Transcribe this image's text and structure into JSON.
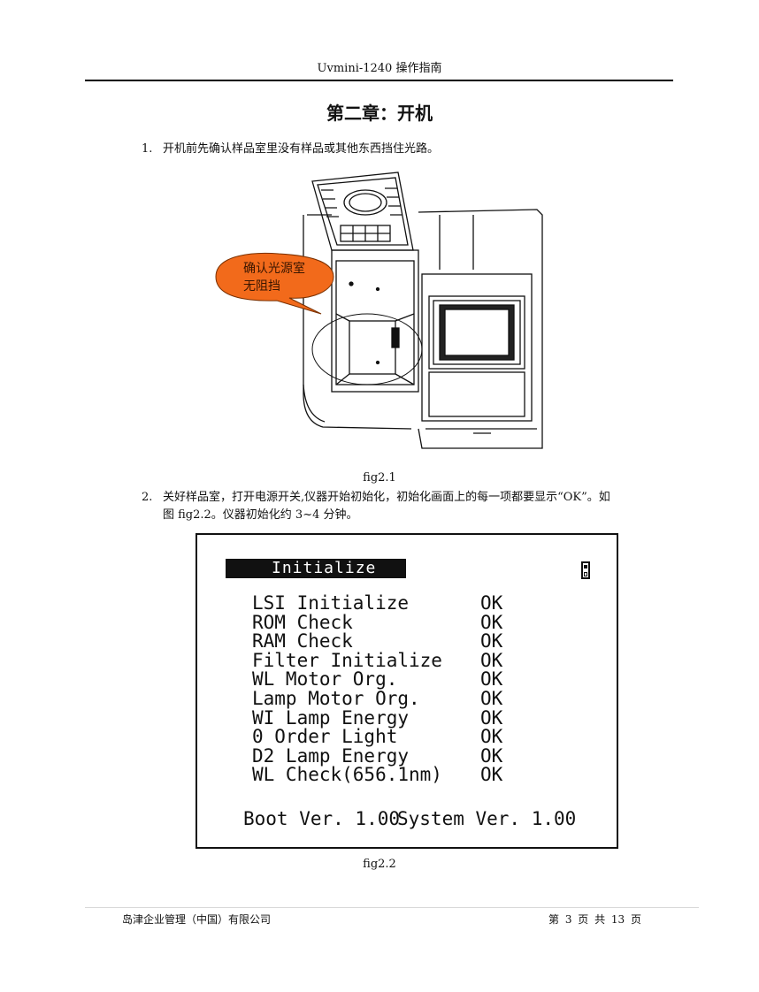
{
  "header": {
    "title": "Uvmini-1240 操作指南"
  },
  "chapter": {
    "title": "第二章：开机"
  },
  "steps": [
    {
      "num": "1.",
      "text": "开机前先确认样品室里没有样品或其他东西挡住光路。"
    },
    {
      "num": "2.",
      "line1": "关好样品室，打开电源开关,仪器开始初始化，初始化画面上的每一项都要显示“OK”。如",
      "line2": "图 fig2.2。仪器初始化约 3~4 分钟。"
    }
  ],
  "fig1": {
    "caption": "fig2.1",
    "callout_line1": "确认光源室",
    "callout_line2": "无阻挡",
    "callout_color": "#f26a1b"
  },
  "fig2": {
    "caption": "fig2.2",
    "screen_title": "Initialize",
    "items": [
      {
        "name": "LSI Initialize",
        "status": "OK"
      },
      {
        "name": "ROM Check",
        "status": "OK"
      },
      {
        "name": "RAM Check",
        "status": "OK"
      },
      {
        "name": "Filter Initialize",
        "status": "OK"
      },
      {
        "name": "WL Motor Org.",
        "status": "OK"
      },
      {
        "name": "Lamp Motor Org.",
        "status": "OK"
      },
      {
        "name": "WI Lamp Energy",
        "status": "OK"
      },
      {
        "name": "0 Order Light",
        "status": "OK"
      },
      {
        "name": "D2 Lamp Energy",
        "status": "OK"
      },
      {
        "name": "WL Check(656.1nm)",
        "status": "OK"
      }
    ],
    "boot_version": "Boot Ver. 1.00",
    "system_version": "System Ver. 1.00"
  },
  "footer": {
    "company": "岛津企业管理（中国）有限公司",
    "page": "第 3 页 共 13 页"
  }
}
